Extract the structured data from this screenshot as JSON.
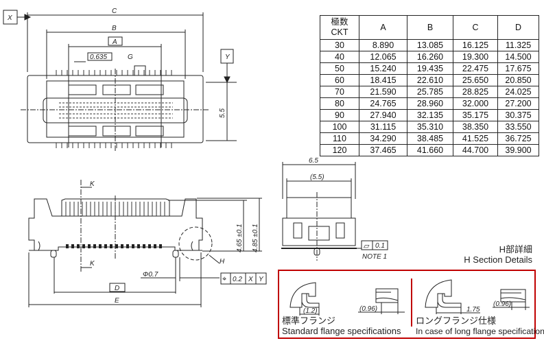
{
  "top_view": {
    "datum_x": "X",
    "datum_y": "Y",
    "dim_c": "C",
    "dim_b": "B",
    "dim_a": "A",
    "pitch": "0.635",
    "label_g": "G",
    "height_dim": "5.5"
  },
  "front_view": {
    "section_k_top": "K",
    "section_k_bottom": "K",
    "height_1": "4.65 ±0.1",
    "height_2": "4.85 ±0.1",
    "detail_h": "H",
    "hole_dia": "Φ0.7",
    "position_tol": {
      "symbol": "⌖",
      "value": "0.2",
      "datum1": "X",
      "datum2": "Y"
    },
    "dim_d": "D",
    "dim_e": "E"
  },
  "side_view": {
    "width": "6.5",
    "inner_width": "(5.5)",
    "flatness": {
      "symbol": "▱",
      "value": "0.1"
    },
    "note": "NOTE 1"
  },
  "table": {
    "headers": [
      "極数\nCKT",
      "A",
      "B",
      "C",
      "D"
    ],
    "header_ckt_jp": "極数",
    "header_ckt_en": "CKT",
    "rows": [
      [
        "30",
        "8.890",
        "13.085",
        "16.125",
        "11.325"
      ],
      [
        "40",
        "12.065",
        "16.260",
        "19.300",
        "14.500"
      ],
      [
        "50",
        "15.240",
        "19.435",
        "22.475",
        "17.675"
      ],
      [
        "60",
        "18.415",
        "22.610",
        "25.650",
        "20.850"
      ],
      [
        "70",
        "21.590",
        "25.785",
        "28.825",
        "24.025"
      ],
      [
        "80",
        "24.765",
        "28.960",
        "32.000",
        "27.200"
      ],
      [
        "90",
        "27.940",
        "32.135",
        "35.175",
        "30.375"
      ],
      [
        "100",
        "31.115",
        "35.310",
        "38.350",
        "33.550"
      ],
      [
        "110",
        "34.290",
        "38.485",
        "41.525",
        "36.725"
      ],
      [
        "120",
        "37.465",
        "41.660",
        "44.700",
        "39.900"
      ]
    ]
  },
  "h_section": {
    "title_jp": "H部詳細",
    "title_en": "H Section Details",
    "standard": {
      "dim_flange": "(1.2)",
      "dim_tip": "(0.96)",
      "caption_jp": "標準フランジ",
      "caption_en": "Standard flange specifications"
    },
    "long": {
      "dim_flange": "1.75",
      "dim_tip": "(0.96)",
      "caption_jp": "ロングフランジ仕様",
      "caption_en": "In case of long flange specification"
    },
    "accent_color": "#c00000"
  }
}
